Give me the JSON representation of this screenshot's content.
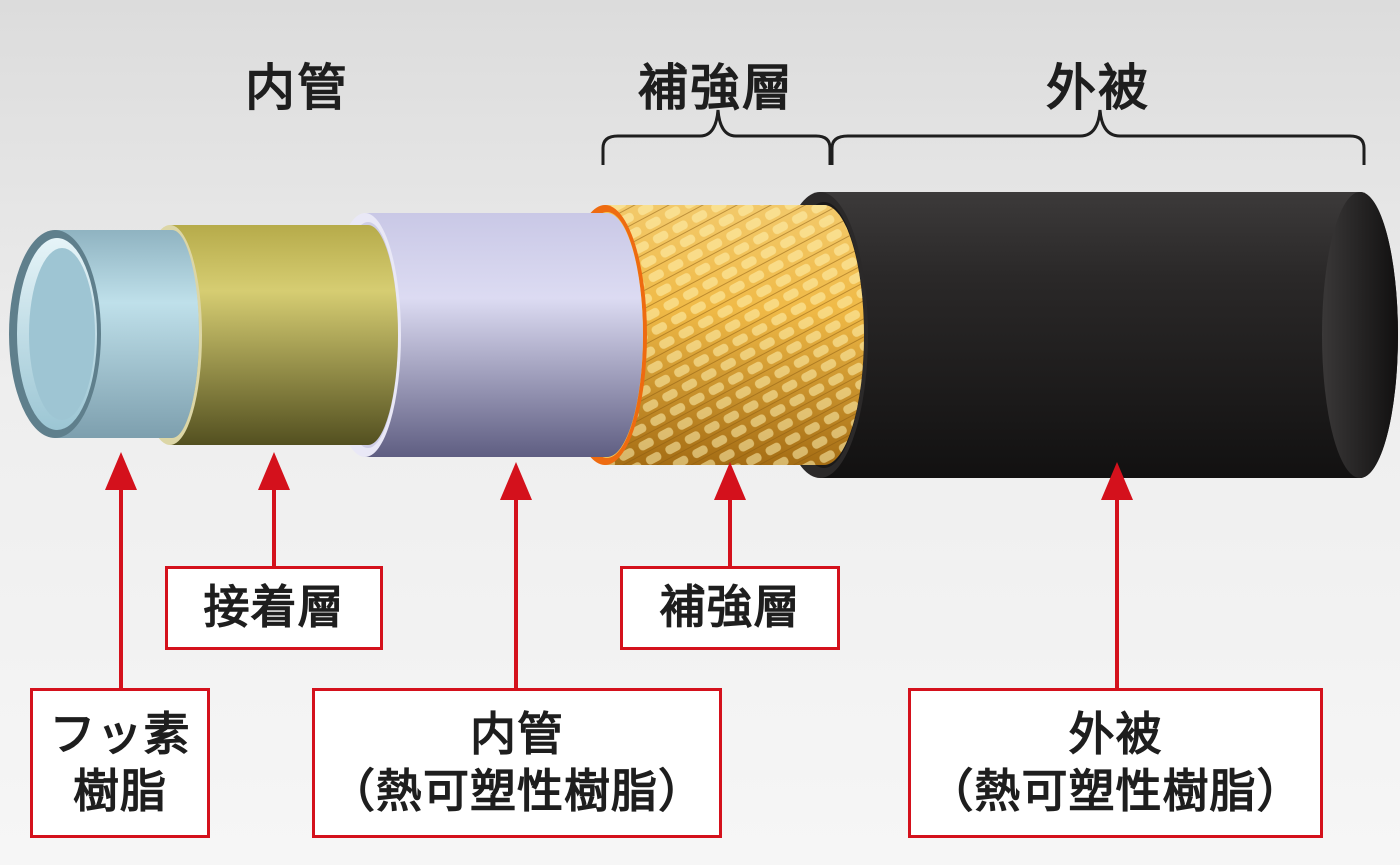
{
  "sections": {
    "inner_tube": "内管",
    "reinforcement": "補強層",
    "outer_cover": "外被"
  },
  "callouts": {
    "fluororesin": {
      "line1": "フッ素",
      "line2": "樹脂"
    },
    "adhesive": {
      "line1": "接着層"
    },
    "inner_tube": {
      "line1": "内管",
      "line2": "（熱可塑性樹脂）"
    },
    "reinforcement": {
      "line1": "補強層"
    },
    "outer_cover": {
      "line1": "外被",
      "line2": "（熱可塑性樹脂）"
    }
  },
  "colors": {
    "pointer": "#d4111c",
    "fluororesin": "#a9cfdc",
    "adhesive": "#b7ac43",
    "inner_tube": "#c6c5e6",
    "reinforcement": "#e9b54b",
    "reinforcement_rim": "#ee6b10",
    "outer_cover": "#222222"
  }
}
